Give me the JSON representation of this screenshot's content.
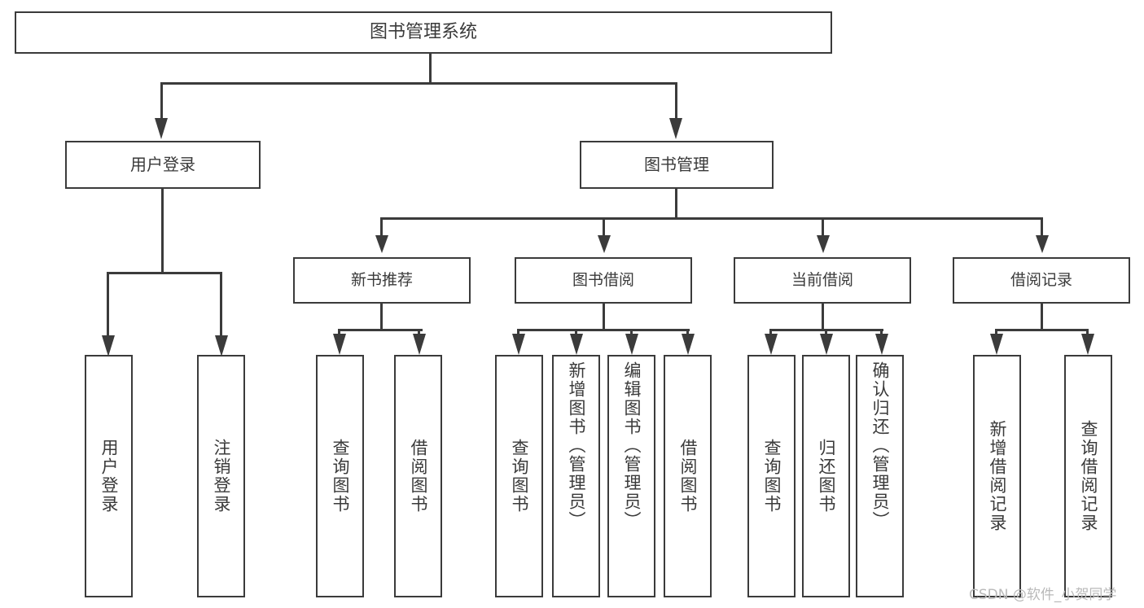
{
  "diagram": {
    "title": "图书管理系统",
    "root": {
      "label": "图书管理系统"
    },
    "level1": [
      {
        "label": "用户登录"
      },
      {
        "label": "图书管理"
      }
    ],
    "level2": [
      {
        "label": "新书推荐"
      },
      {
        "label": "图书借阅"
      },
      {
        "label": "当前借阅"
      },
      {
        "label": "借阅记录"
      }
    ],
    "leaves": {
      "user_login": [
        {
          "label": "用户登录"
        },
        {
          "label": "注销登录"
        }
      ],
      "new_book_recommend": [
        {
          "label": "查询图书"
        },
        {
          "label": "借阅图书"
        }
      ],
      "book_borrow": [
        {
          "label": "查询图书"
        },
        {
          "label": "新增图书（管理员）"
        },
        {
          "label": "编辑图书（管理员）"
        },
        {
          "label": "借阅图书"
        }
      ],
      "current_borrow": [
        {
          "label": "查询图书"
        },
        {
          "label": "归还图书"
        },
        {
          "label": "确认归还（管理员）"
        }
      ],
      "borrow_record": [
        {
          "label": "新增借阅记录"
        },
        {
          "label": "查询借阅记录"
        }
      ]
    }
  },
  "watermark": {
    "text": "CSDN @软件_小贺同学"
  },
  "colors": {
    "stroke": "#3b3b3b",
    "text": "#3a3a3a",
    "background": "#ffffff",
    "watermark": "#b9b9b9"
  }
}
